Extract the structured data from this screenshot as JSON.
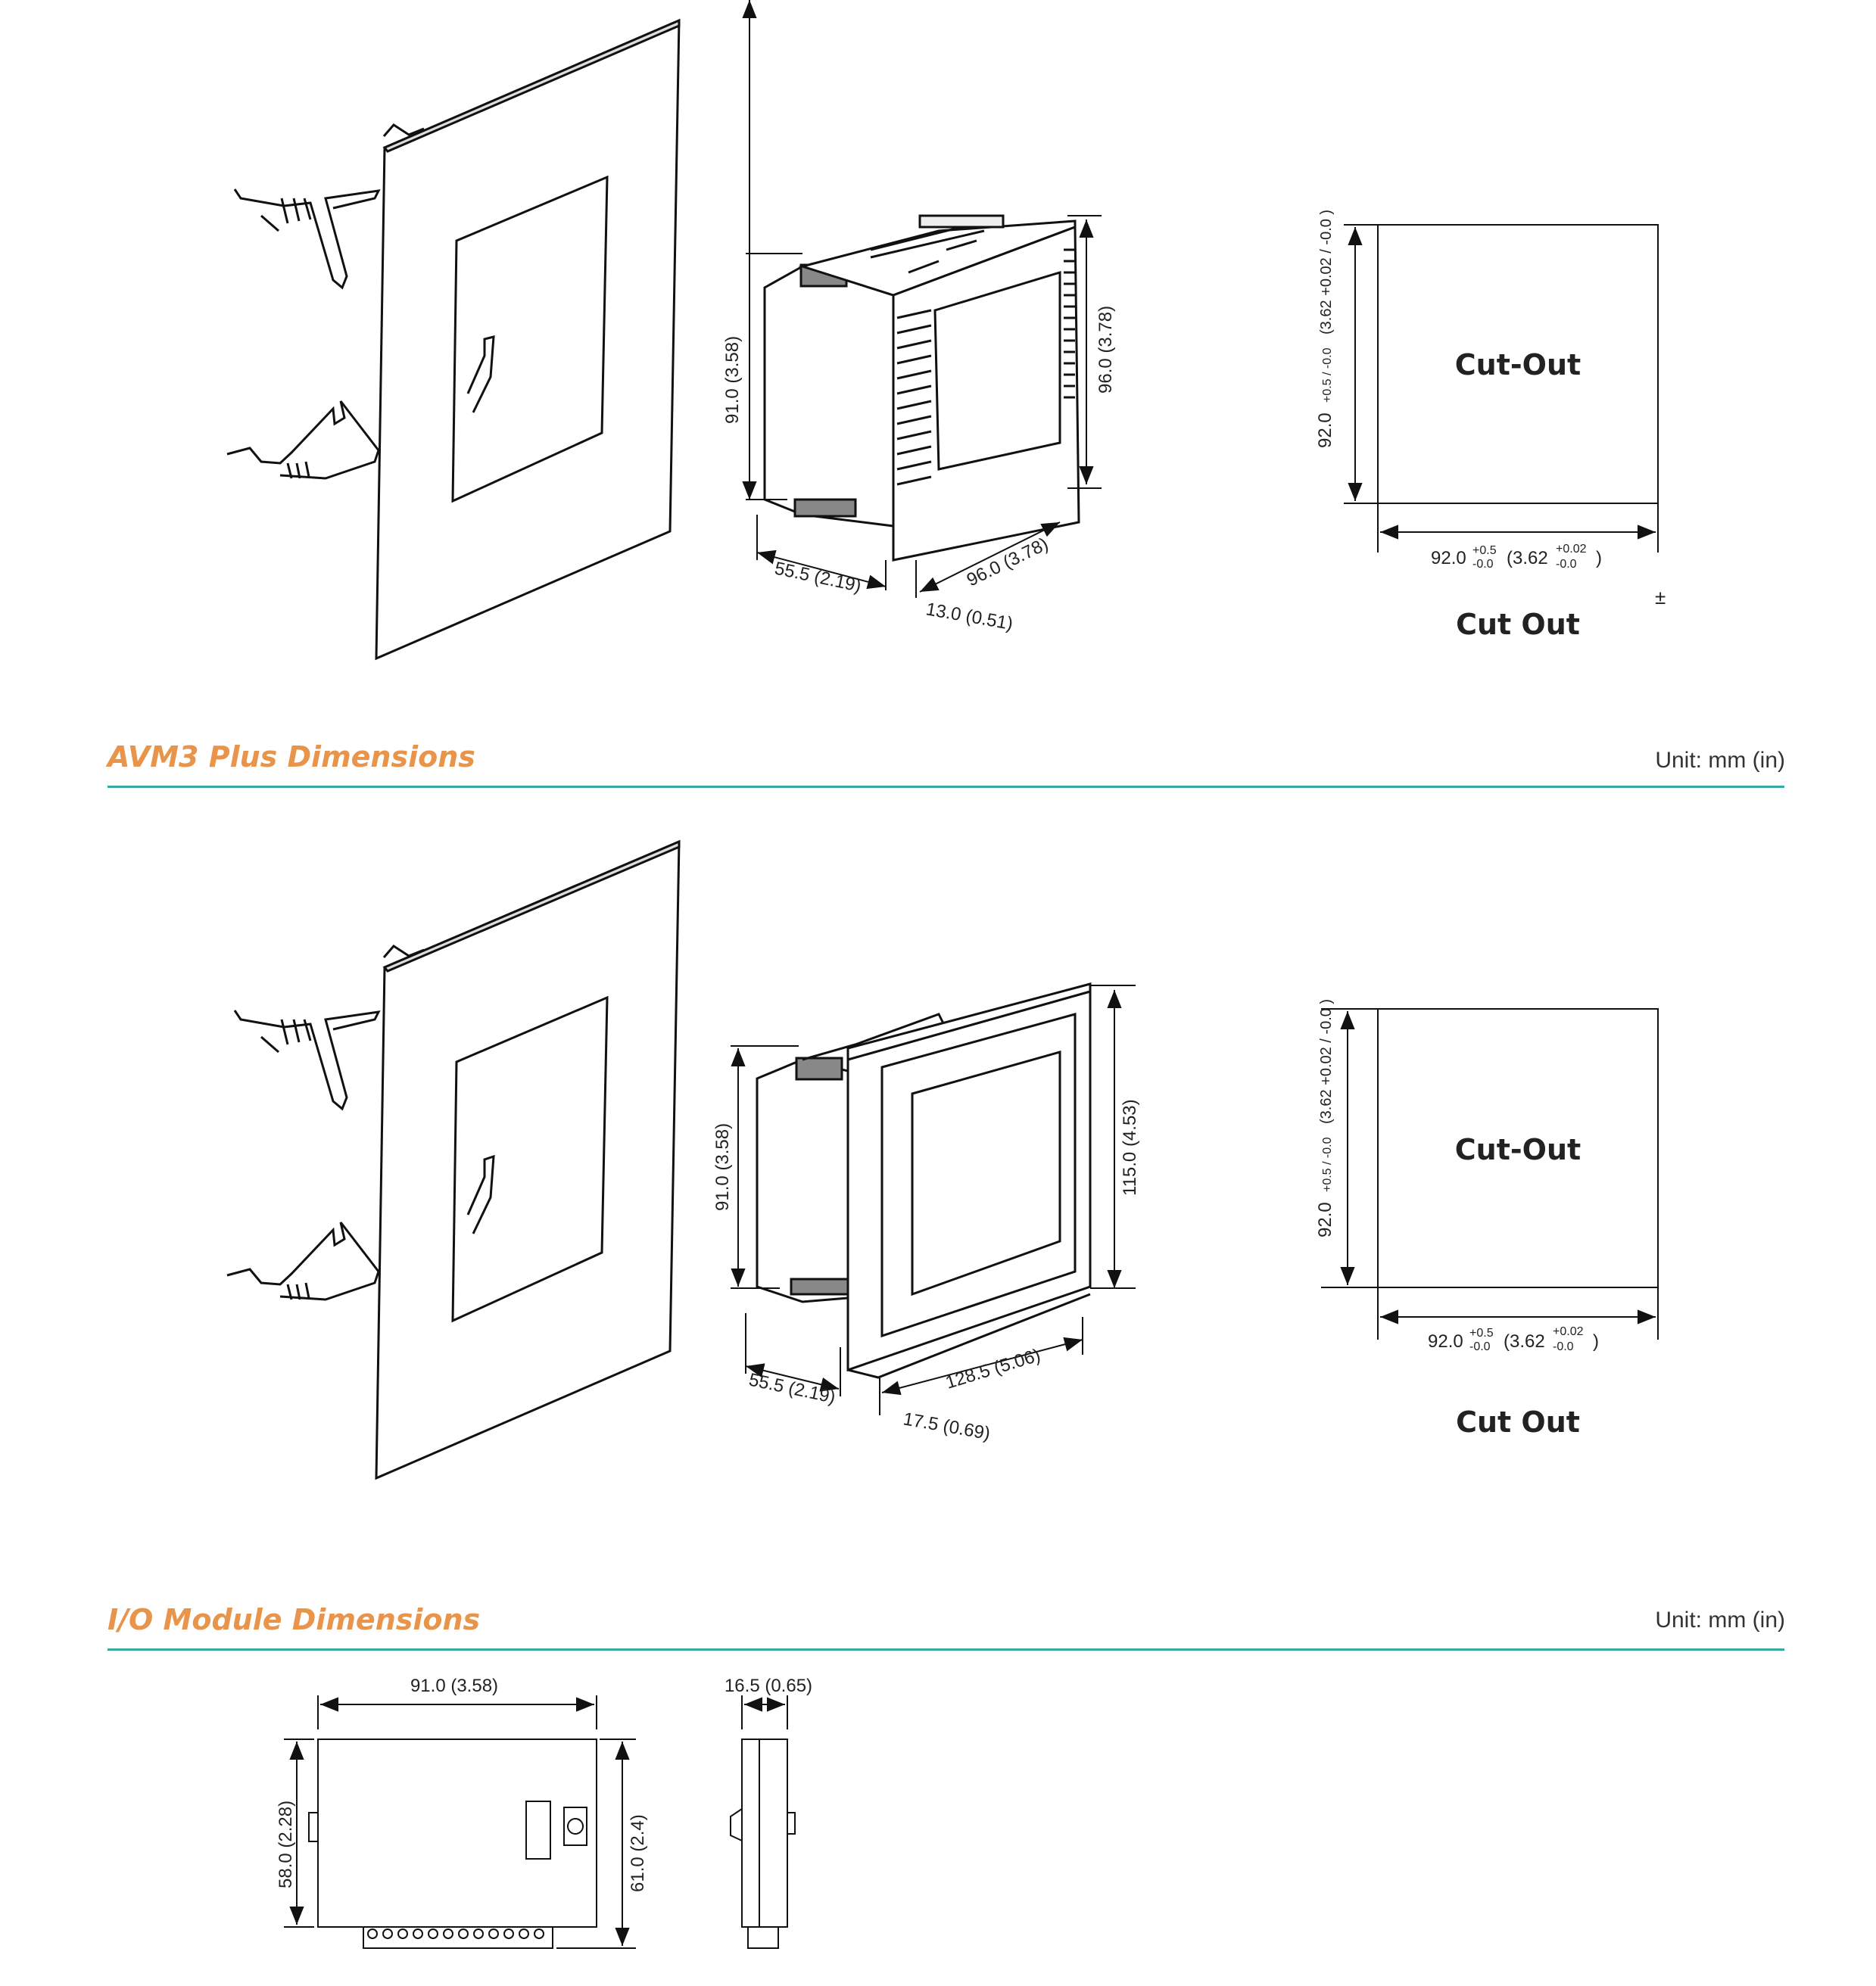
{
  "sections": {
    "avm3": {
      "title": "AVM3 Plus Dimensions",
      "unit": "Unit: mm (in)"
    },
    "io": {
      "title": "I/O Module Dimensions",
      "unit": "Unit: mm (in)"
    }
  },
  "top_drawing": {
    "depth": "55.5 (2.19)",
    "bezel_depth": "13.0 (0.51)",
    "width": "96.0 (3.78)",
    "height_front": "96.0 (3.78)",
    "height_body": "91.0 (3.58)",
    "cutout_label": "Cut-Out",
    "cutout_caption": "Cut Out",
    "cutout_h_base": "92.0",
    "cutout_h_tol": "+0.5 / -0.0",
    "cutout_h_in": "(3.62 +0.02 / -0.0 )",
    "cutout_w_base": "92.0",
    "cutout_w_tol_plus": "+0.5",
    "cutout_w_tol_minus": "-0.0",
    "cutout_w_in": "(3.62",
    "cutout_w_in_plus": "+0.02",
    "cutout_w_in_minus": "-0.0",
    "cutout_w_close": ")",
    "stray_symbol": "±"
  },
  "middle_drawing": {
    "depth": "55.5 (2.19)",
    "bezel_depth": "17.5 (0.69)",
    "width": "128.5 (5.06)",
    "height_front": "115.0 (4.53)",
    "height_body": "91.0 (3.58)",
    "cutout_label": "Cut-Out",
    "cutout_caption": "Cut Out",
    "cutout_h_base": "92.0",
    "cutout_h_tol": "+0.5 / -0.0",
    "cutout_h_in": "(3.62 +0.02 / -0.0 )",
    "cutout_w_base": "92.0",
    "cutout_w_tol_plus": "+0.5",
    "cutout_w_tol_minus": "-0.0",
    "cutout_w_in": "(3.62",
    "cutout_w_in_plus": "+0.02",
    "cutout_w_in_minus": "-0.0",
    "cutout_w_close": ")"
  },
  "io_drawing": {
    "width": "91.0 (3.58)",
    "height_left": "58.0 (2.28)",
    "height_right": "61.0 (2.4)",
    "thickness": "16.5 (0.65)"
  }
}
